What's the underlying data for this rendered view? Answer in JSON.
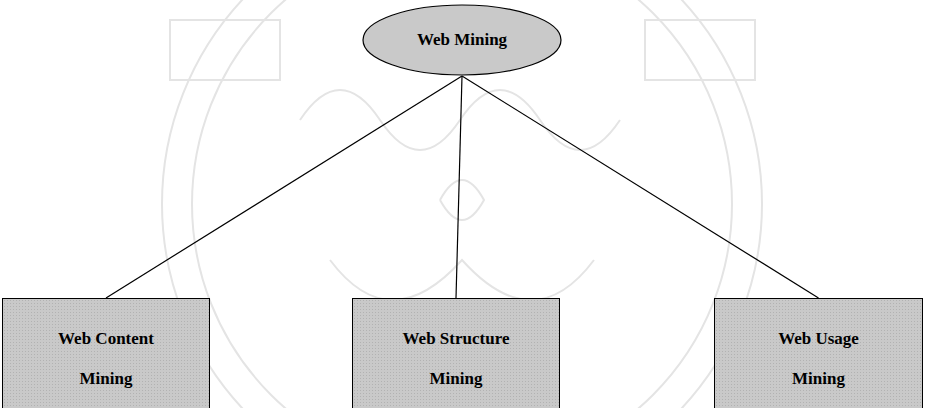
{
  "diagram": {
    "nodes": [
      {
        "text": [
          "Web Mining"
        ]
      },
      {
        "text": [
          "Web Content Mining"
        ]
      },
      {
        "text": [
          "Web Structure Mining"
        ]
      },
      {
        "text": [
          "Web Usage Mining"
        ]
      }
    ],
    "edges": [
      {
        "from": 0,
        "to": 1,
        "arrow": "none"
      },
      {
        "from": 0,
        "to": 2,
        "arrow": "none"
      },
      {
        "from": 0,
        "to": 3,
        "arrow": "none"
      }
    ]
  }
}
